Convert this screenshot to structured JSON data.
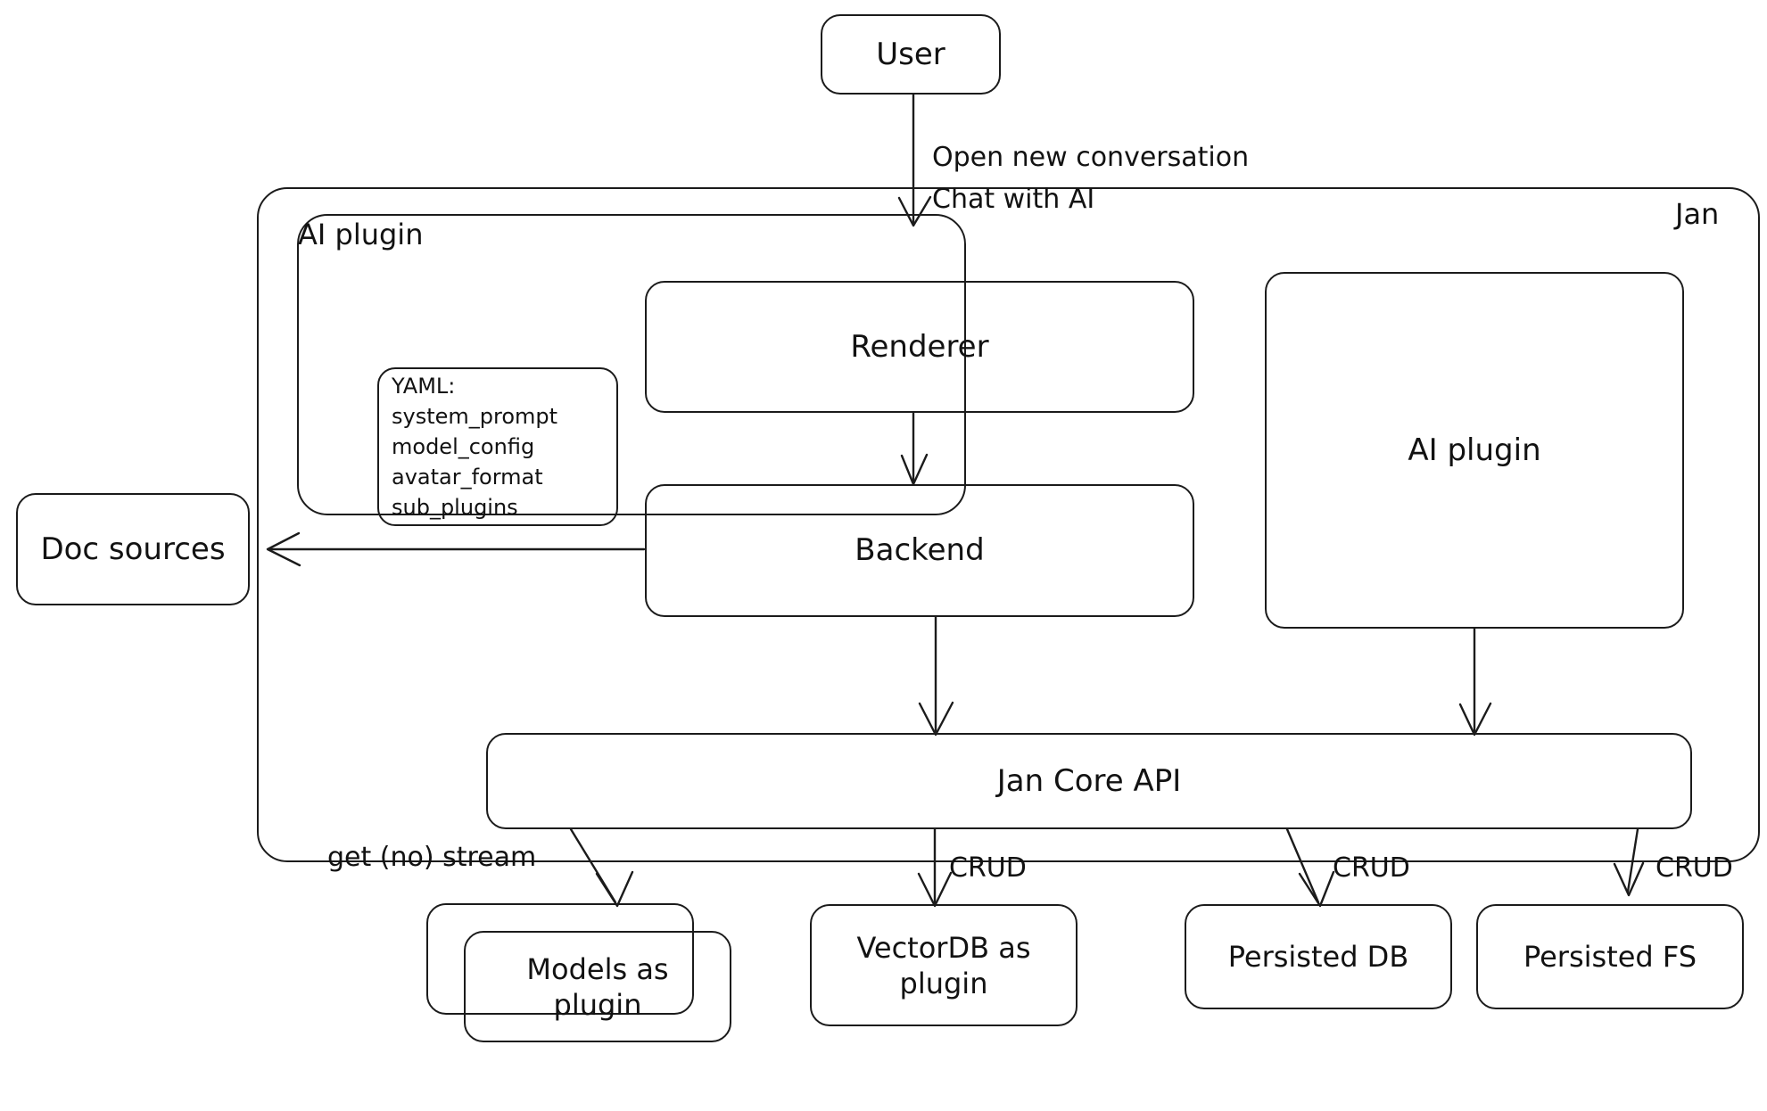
{
  "diagram": {
    "style": "hand-drawn-sketch",
    "background_color": "#ffffff",
    "stroke_color": "#1b1b1b",
    "text_color": "#121212",
    "outer_container_label": "Jan",
    "inner_container_label": "AI plugin"
  },
  "nodes": {
    "user": {
      "label": "User"
    },
    "renderer": {
      "label": "Renderer"
    },
    "backend": {
      "label": "Backend"
    },
    "ai_plugin_right": {
      "label": "AI plugin"
    },
    "doc_sources": {
      "label": "Doc sources"
    },
    "jan_core_api": {
      "label": "Jan Core API"
    },
    "models_as_plugin": {
      "label": "Models as\nplugin"
    },
    "vectordb_as_plugin": {
      "label": "VectorDB as\nplugin"
    },
    "persisted_db": {
      "label": "Persisted DB"
    },
    "persisted_fs": {
      "label": "Persisted FS"
    }
  },
  "yaml_box": {
    "title": "YAML:",
    "items": [
      "system_prompt",
      "model_config",
      "avatar_format",
      "sub_plugins"
    ]
  },
  "edge_labels": {
    "user_to_renderer_line1": "Open new conversation",
    "user_to_renderer_line2": "Chat with AI",
    "api_to_models": "get (no) stream",
    "api_to_vectordb": "CRUD",
    "api_to_persisted_db": "CRUD",
    "api_to_persisted_fs": "CRUD"
  }
}
